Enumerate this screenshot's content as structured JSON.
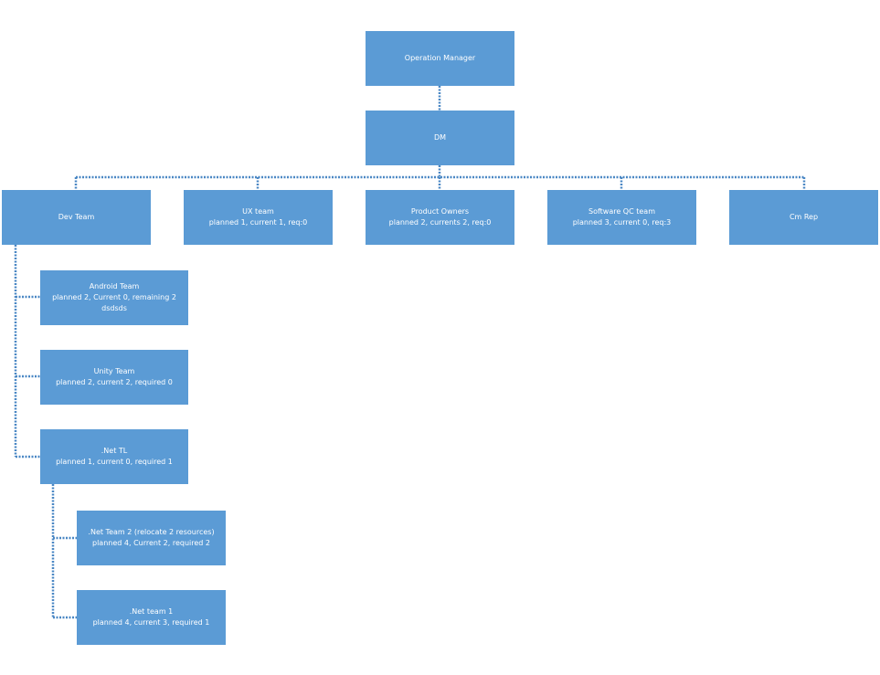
{
  "nodes": {
    "operation_manager": {
      "title": "Operation  Manager",
      "detail": ""
    },
    "dm": {
      "title": "DM",
      "detail": ""
    },
    "dev_team": {
      "title": "Dev Team",
      "detail": ""
    },
    "ux_team": {
      "title": "UX team",
      "detail": "planned  1, current  1, req:0"
    },
    "product_owners": {
      "title": "Product  Owners",
      "detail": "planned  2, currents  2, req:0"
    },
    "software_qc_team": {
      "title": "Software  QC team",
      "detail": "planned  3, current  0, req:3"
    },
    "cm_rep": {
      "title": "Cm Rep",
      "detail": ""
    },
    "android_team": {
      "title": "Android  Team",
      "detail": "planned  2, Current  0, remaining  2",
      "extra": "dsdsds"
    },
    "unity_team": {
      "title": "Unity  Team",
      "detail": "planned  2, current  2, required  0"
    },
    "net_tl": {
      "title": ".Net TL",
      "detail": "planned  1, current  0, required  1"
    },
    "net_team_2": {
      "title": ".Net Team 2 (relocate  2 resources)",
      "detail": "planned  4, Current  2, required  2"
    },
    "net_team_1": {
      "title": ".Net team  1",
      "detail": "planned  4, current  3, required  1"
    }
  },
  "colors": {
    "box": "#5b9bd5",
    "connector": "#4a87c4",
    "text": "#ffffff"
  }
}
